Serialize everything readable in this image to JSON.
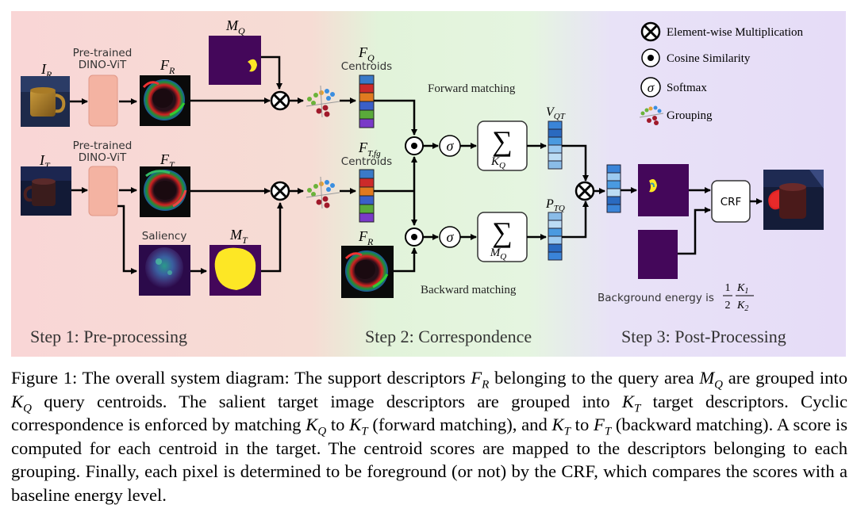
{
  "steps": {
    "step1": "Step 1: Pre-processing",
    "step2": "Step 2:  Correspondence",
    "step3": "Step 3: Post-Processing"
  },
  "legend": {
    "multiplication": "Element-wise Multiplication",
    "cosine": "Cosine Similarity",
    "softmax": "Softmax",
    "grouping": "Grouping"
  },
  "labels": {
    "pretrained_top_1": "Pre-trained",
    "pretrained_top_2": "DINO-ViT",
    "pretrained_bottom_1": "Pre-trained",
    "pretrained_bottom_2": "DINO-ViT",
    "saliency": "Saliency",
    "centroids_q": "Centroids",
    "centroids_t": "Centroids",
    "forward_matching": "Forward matching",
    "backward_matching": "Backward matching",
    "crf": "CRF",
    "background_energy": "Background energy is",
    "frac_left_num": "1",
    "frac_left_den": "2",
    "frac_right_num": "K",
    "frac_right_num_sub": "1",
    "frac_right_den": "K",
    "frac_right_den_sub": "2"
  },
  "math": {
    "I_R": "I",
    "I_R_sub": "R",
    "I_T": "I",
    "I_T_sub": "T",
    "F_R": "F",
    "F_R_sub": "R",
    "F_T": "F",
    "F_T_sub": "T",
    "M_Q": "M",
    "M_Q_sub": "Q",
    "M_T": "M",
    "M_T_sub": "T",
    "F_Q": "F",
    "F_Q_sub": "Q",
    "F_Tfg": "F",
    "F_Tfg_sub": "T,fg",
    "F_R2": "F",
    "F_R2_sub": "R",
    "V_QT": "V",
    "V_QT_sub": "QT",
    "P_TQ": "P",
    "P_TQ_sub": "TQ",
    "K_Q": "K",
    "K_Q_sub": "Q",
    "M_Q2": "M",
    "M_Q2_sub": "Q",
    "sigma": "σ",
    "sum": "∑"
  },
  "caption": {
    "p1": "Figure 1: The overall system diagram: The support descriptors ",
    "p2": " belonging to the query area ",
    "p3": " are grouped into ",
    "p4": " query centroids. The salient target image descriptors are grouped into ",
    "p5": " target descriptors. Cyclic correspondence is enforced by matching ",
    "p6": " to ",
    "p7": " (forward matching), and ",
    "p8": " to ",
    "p9": " (backward matching). A score is computed for each centroid in the target. The centroid scores are mapped to the descriptors belonging to each grouping. Finally, each pixel is determined to be foreground (or not) by the CRF, which compares the scores with a baseline energy level.",
    "F": "F",
    "R": "R",
    "M": "M",
    "Q": "Q",
    "K": "K",
    "T": "T"
  },
  "colors": {
    "bg_step1": "#f8d3d3",
    "bg_step2": "#e3f4dc",
    "bg_step3": "#e6ddf6",
    "dino_box": "#f5b5a5",
    "mask_bg": "#44075a",
    "mask_fg": "#fde725",
    "vector_blue": "#4a90d9",
    "vector_light": "#bcdcf4"
  }
}
